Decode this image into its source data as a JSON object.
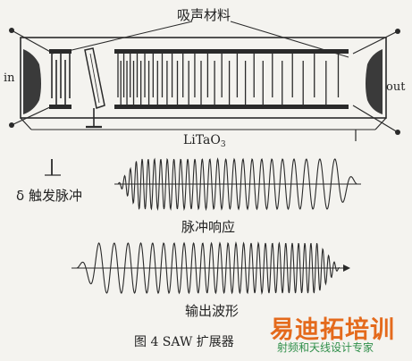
{
  "labels": {
    "absorber": "吸声材料",
    "input_port": "in",
    "output_port": "out",
    "substrate_main": "LiTaO",
    "substrate_sub": "3",
    "trigger_pulse": "δ 触发脉冲",
    "impulse_response": "脉冲响应",
    "output_waveform": "输出波形",
    "figure_caption": "图 4  SAW 扩展器"
  },
  "watermark": {
    "brand": "易迪拓培训",
    "tagline": "射频和天线设计专家",
    "brand_color": "#e46a1c",
    "tagline_color": "#2f8f4a"
  },
  "colors": {
    "ink": "#2a2a2a",
    "background": "#f4f3ef",
    "absorber_fill": "#3a3a3a"
  }
}
